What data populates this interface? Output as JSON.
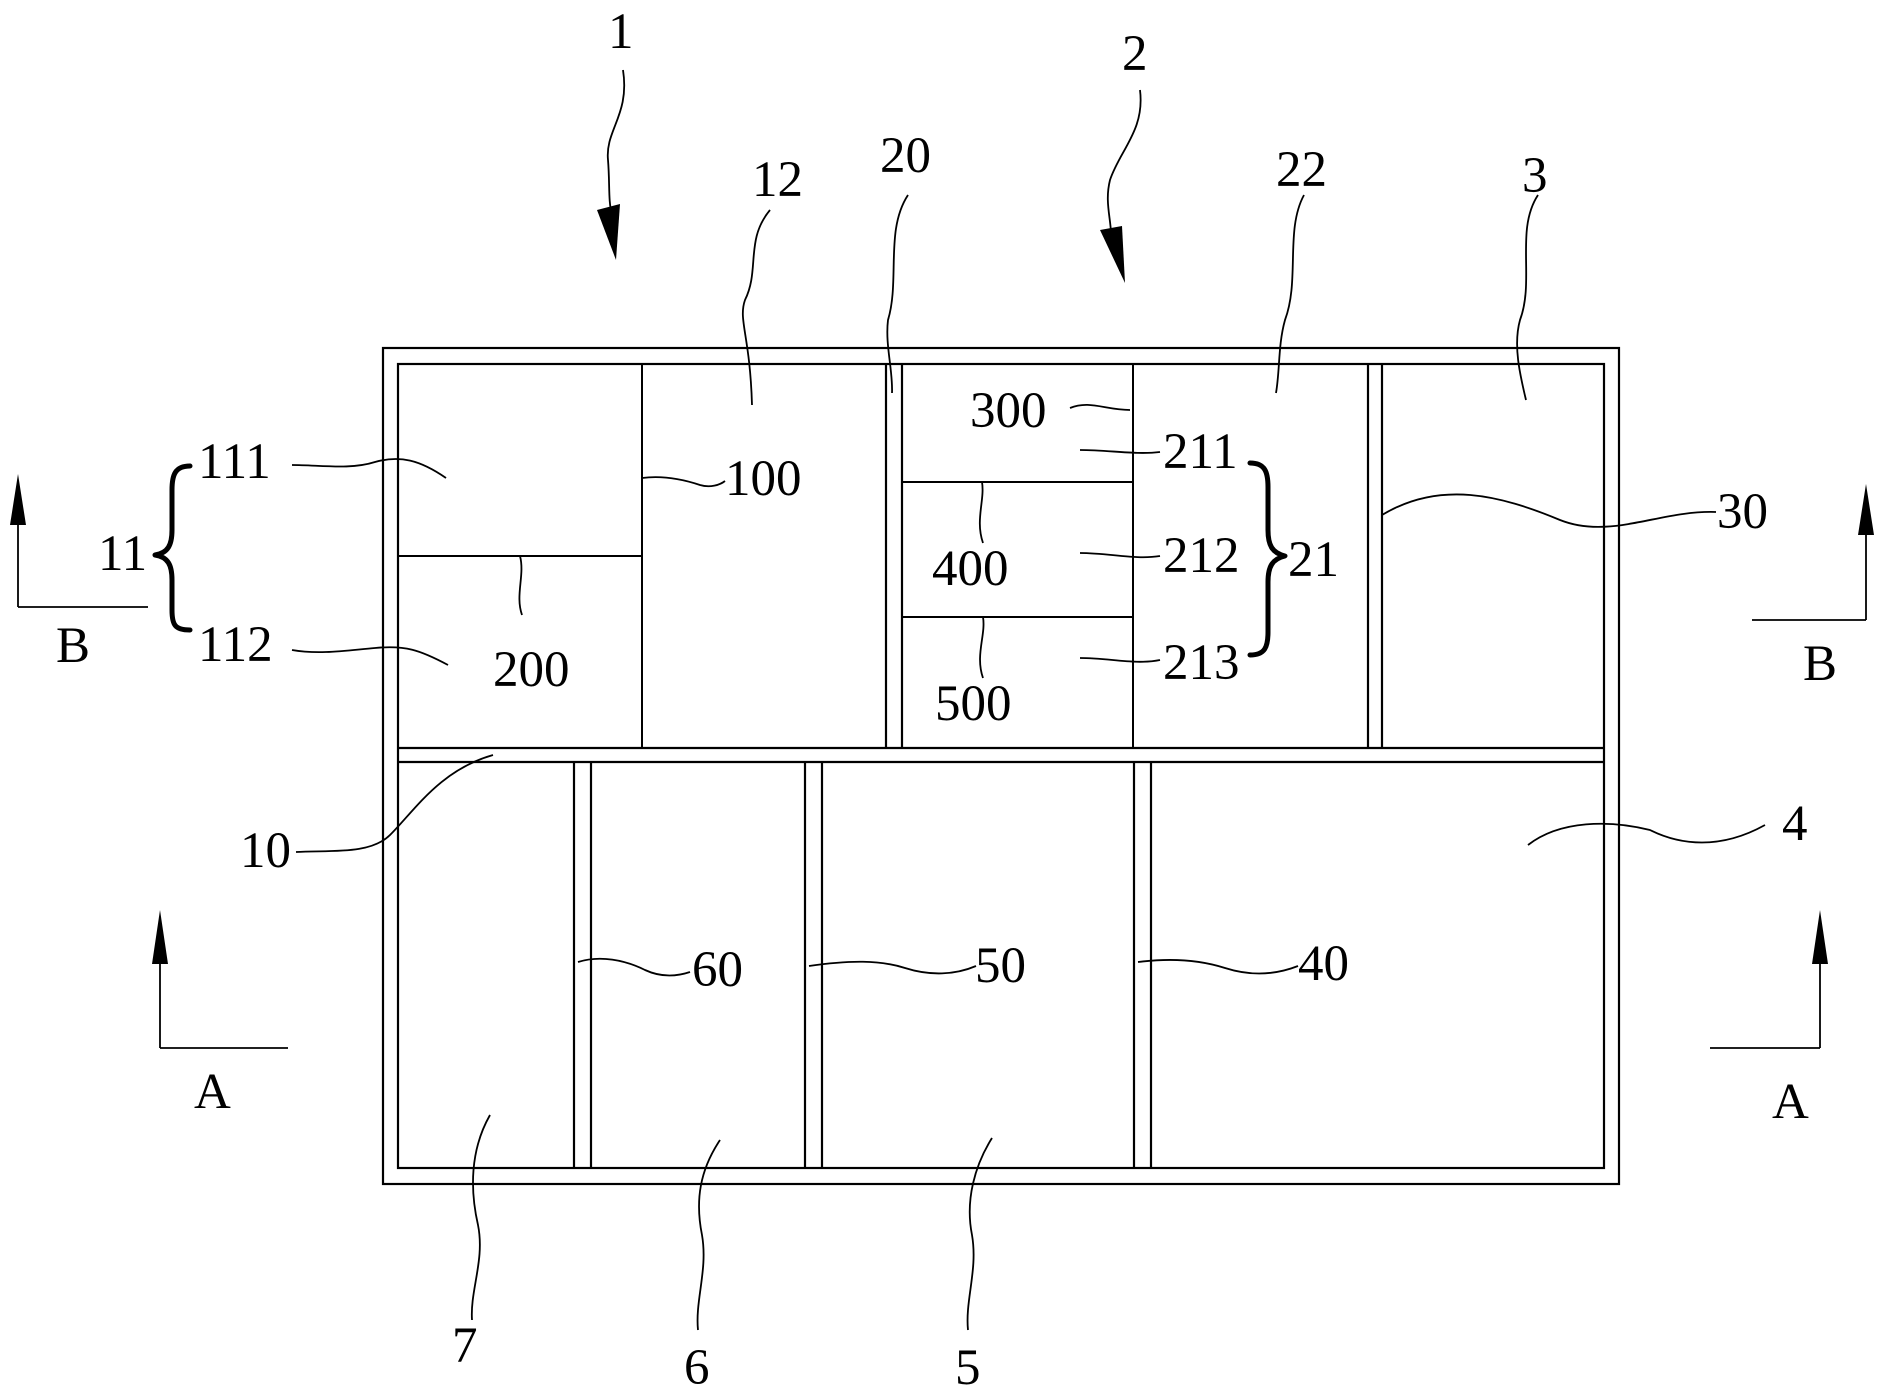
{
  "labels": {
    "l1": "1",
    "l2": "2",
    "l3": "3",
    "l4": "4",
    "l5": "5",
    "l6": "6",
    "l7": "7",
    "l10": "10",
    "l11": "11",
    "l12": "12",
    "l20": "20",
    "l21": "21",
    "l22": "22",
    "l30": "30",
    "l40": "40",
    "l50": "50",
    "l60": "60",
    "l100": "100",
    "l111": "111",
    "l112": "112",
    "l200": "200",
    "l211": "211",
    "l212": "212",
    "l213": "213",
    "l300": "300",
    "l400": "400",
    "l500": "500"
  },
  "section_marks": {
    "b_left": "B",
    "b_right": "B",
    "a_left": "A",
    "a_right": "A"
  }
}
